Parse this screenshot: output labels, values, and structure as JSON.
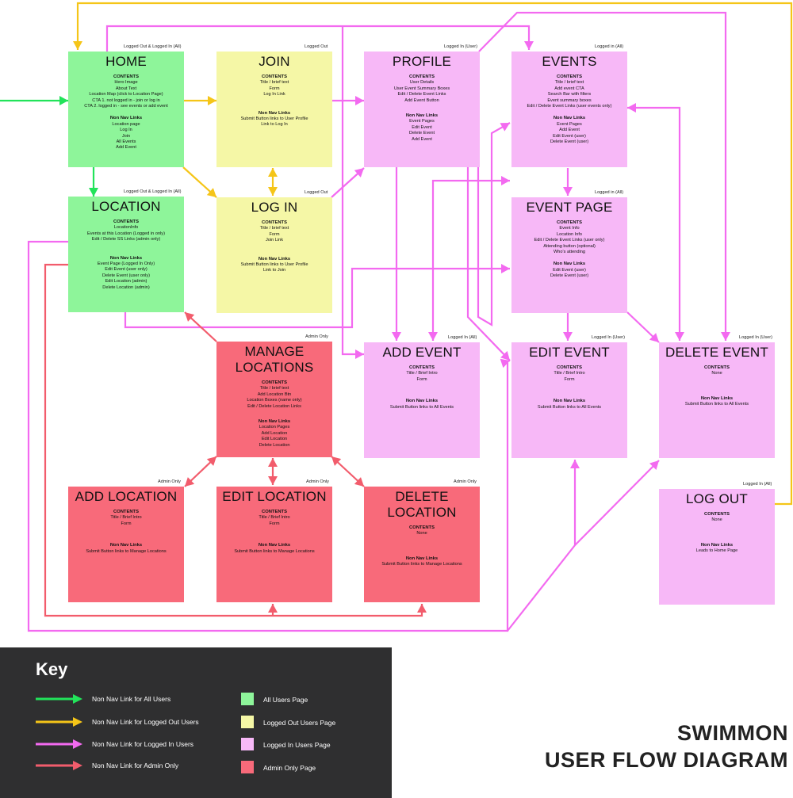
{
  "nodes": {
    "home": {
      "title": "HOME",
      "tag": "Logged Out & Logged In (All)",
      "contents_label": "CONTENTS",
      "contents": [
        "Hero Image",
        "About Text",
        "Location Map (click to Location Page)",
        "CTA 1. not logged in - join or log in",
        "CTA 2. logged in - see events or add event"
      ],
      "links_label": "Non Nav Links",
      "links": [
        "Location page",
        "Log In",
        "Join",
        "All Events",
        "Add Event"
      ]
    },
    "join": {
      "title": "JOIN",
      "tag": "Logged Out",
      "contents_label": "CONTENTS",
      "contents": [
        "Title / brief text",
        "Form",
        "Log In Link"
      ],
      "links_label": "Non Nav Links",
      "links": [
        "Submit Button links to User Profile",
        "Link to Log In"
      ]
    },
    "profile": {
      "title": "PROFILE",
      "tag": "Logged In (User)",
      "contents_label": "CONTENTS",
      "contents": [
        "User Details",
        "User Event Summary Boxes",
        "Edit / Delete Event Links",
        "Add Event Button"
      ],
      "links_label": "Non Nav Links",
      "links": [
        "Event Pages",
        "Edit Event",
        "Delete Event",
        "Add Event"
      ]
    },
    "events": {
      "title": "EVENTS",
      "tag": "Logged in (All)",
      "contents_label": "CONTENTS",
      "contents": [
        "Title / brief text",
        "Add event CTA",
        "Search Bar with filters",
        "Event summary boxes",
        "Edit / Delete Event Links (user events only)"
      ],
      "links_label": "Non Nav Links",
      "links": [
        "Event Pages",
        "Add Event",
        "Edit Event (user)",
        "Delete Event (user)"
      ]
    },
    "location": {
      "title": "LOCATION",
      "tag": "Logged Out & Logged In (All)",
      "contents_label": "CONTENTS",
      "contents": [
        "LocationInfo",
        "Events at this Location (Logged in only)",
        "Edit / Delete SS Links (admin only)"
      ],
      "links_label": "Non Nav Links",
      "links": [
        "Event Page (Logged In Only)",
        "Edit Event (user only)",
        "Delete Event (user only)",
        "Edit Location (admin)",
        "Delete Location (admin)"
      ]
    },
    "login": {
      "title": "LOG IN",
      "tag": "Logged Out",
      "contents_label": "CONTENTS",
      "contents": [
        "Title / brief text",
        "Form",
        "Join Link"
      ],
      "links_label": "Non Nav Links",
      "links": [
        "Submit Button links to User Profile",
        "Link to Join"
      ]
    },
    "eventpage": {
      "title": "EVENT PAGE",
      "tag": "Logged in (All)",
      "contents_label": "CONTENTS",
      "contents": [
        "Event Info",
        "Location Info",
        "Edit / Delete Event Links (user only)",
        "Attending button (optional)",
        "Who's attending"
      ],
      "links_label": "Non Nav Links",
      "links": [
        "Edit Event (user)",
        "Delete Event (user)"
      ]
    },
    "managelocations": {
      "title": "MANAGE\nLOCATIONS",
      "tag": "Admin Only",
      "contents_label": "CONTENTS",
      "contents": [
        "Title / brief text",
        "Add Location Btn",
        "Location Boxes (name only)",
        "Edit / Delete Location Links"
      ],
      "links_label": "Non Nav Links",
      "links": [
        "Location Pages",
        "Add Location",
        "Edit Location",
        "Delete Location"
      ]
    },
    "addevent": {
      "title": "ADD EVENT",
      "tag": "Logged In (All)",
      "contents_label": "CONTENTS",
      "contents": [
        "Title / Brief Intro",
        "Form"
      ],
      "links_label": "Non Nav Links",
      "links": [
        "Submit Button links to All Events"
      ]
    },
    "editevent": {
      "title": "EDIT EVENT",
      "tag": "Logged In (User)",
      "contents_label": "CONTENTS",
      "contents": [
        "Title / Brief Intro",
        "Form"
      ],
      "links_label": "Non Nav Links",
      "links": [
        "Submit Button links to All Events"
      ]
    },
    "deleteevent": {
      "title": "DELETE EVENT",
      "tag": "Logged In (User)",
      "contents_label": "CONTENTS",
      "contents": [
        "None"
      ],
      "links_label": "Non Nav Links",
      "links": [
        "Submit Button links to All Events"
      ]
    },
    "addlocation": {
      "title": "ADD LOCATION",
      "tag": "Admin Only",
      "contents_label": "CONTENTS",
      "contents": [
        "Title / Brief Intro",
        "Form"
      ],
      "links_label": "Non Nav Links",
      "links": [
        "Submit Button links to Manage Locations"
      ]
    },
    "editlocation": {
      "title": "EDIT LOCATION",
      "tag": "Admin Only",
      "contents_label": "CONTENTS",
      "contents": [
        "Title / Brief Intro",
        "Form"
      ],
      "links_label": "Non Nav Links",
      "links": [
        "Submit Button links to Manage Locations"
      ]
    },
    "deletelocation": {
      "title": "DELETE\nLOCATION",
      "tag": "Admin Only",
      "contents_label": "CONTENTS",
      "contents": [
        "None"
      ],
      "links_label": "Non Nav Links",
      "links": [
        "Submit Button links to Manage Locations"
      ]
    },
    "logout": {
      "title": "LOG OUT",
      "tag": "Logged In (All)",
      "contents_label": "CONTENTS",
      "contents": [
        "None"
      ],
      "links_label": "Non Nav Links",
      "links": [
        "Leads to Home Page"
      ]
    }
  },
  "key": {
    "title": "Key",
    "arrows": [
      {
        "label": "Non Nav Link for All Users",
        "color": "#22e35a"
      },
      {
        "label": "Non Nav Link for Logged Out Users",
        "color": "#f5c518"
      },
      {
        "label": "Non Nav Link for Logged In Users",
        "color": "#f36af0"
      },
      {
        "label": "Non Nav Link for Admin Only",
        "color": "#f25c6c"
      }
    ],
    "swatches": [
      {
        "label": "All Users Page",
        "color": "#8ef59a"
      },
      {
        "label": "Logged Out Users Page",
        "color": "#f5f7a6"
      },
      {
        "label": "Logged In Users Page",
        "color": "#f7b8f7"
      },
      {
        "label": "Admin Only Page",
        "color": "#f86a7a"
      }
    ]
  },
  "brand": {
    "line1": "SWIMMON",
    "line2": "USER FLOW DIAGRAM"
  },
  "colors": {
    "all": "#22e35a",
    "logged_out": "#f5c518",
    "logged_in": "#f36af0",
    "admin": "#f25c6c"
  }
}
